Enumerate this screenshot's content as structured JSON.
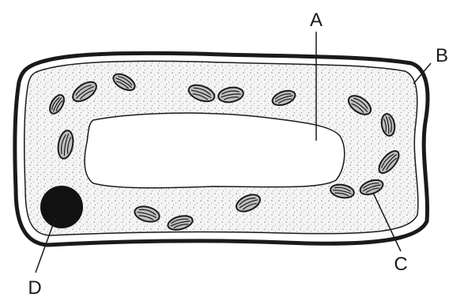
{
  "diagram": {
    "labels": {
      "a": "A",
      "b": "B",
      "c": "C",
      "d": "D"
    },
    "colors": {
      "ink": "#1a1a1a",
      "wall_fill": "#ffffff",
      "cytoplasm": "#f2f2f2",
      "vacuole": "#ffffff",
      "chloroplast_fill": "#bfbfbf",
      "nucleus": "#111111"
    }
  }
}
